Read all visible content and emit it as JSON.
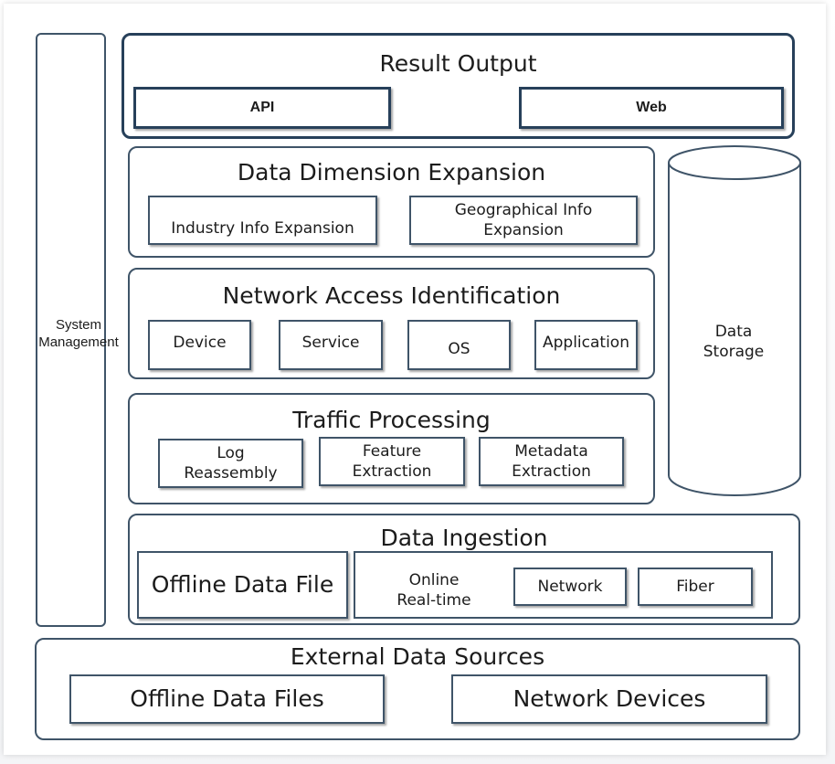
{
  "system_management": {
    "label_line1": "System",
    "label_line2": "Management"
  },
  "result_output": {
    "title": "Result Output",
    "api": "API",
    "web": "Web"
  },
  "data_dimension_expansion": {
    "title": "Data Dimension Expansion",
    "industry": "Industry Info Expansion",
    "geo_line1": "Geographical Info",
    "geo_line2": "Expansion"
  },
  "network_access_identification": {
    "title": "Network Access Identification",
    "items": [
      "Device",
      "Service",
      "OS",
      "Application"
    ]
  },
  "traffic_processing": {
    "title": "Traffic Processing",
    "log_line1": "Log",
    "log_line2": "Reassembly",
    "feature_line1": "Feature",
    "feature_line2": "Extraction",
    "metadata_line1": "Metadata",
    "metadata_line2": "Extraction"
  },
  "data_storage": {
    "line1": "Data",
    "line2": "Storage"
  },
  "data_ingestion": {
    "title": "Data Ingestion",
    "offline_file": "Offline Data File",
    "online_line1": "Online",
    "online_line2": "Real-time",
    "network": "Network",
    "fiber": "Fiber"
  },
  "external_data_sources": {
    "title": "External Data Sources",
    "offline_files": "Offline Data Files",
    "network_devices": "Network Devices"
  },
  "colors": {
    "border": "#3f5468",
    "border_dark": "#27405a",
    "background": "#ffffff"
  }
}
